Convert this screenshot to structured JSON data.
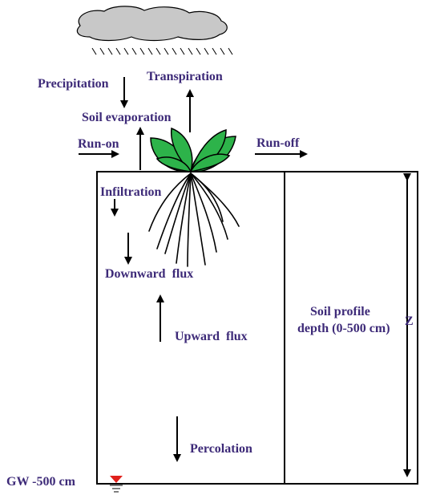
{
  "labels": {
    "precipitation": "Precipitation",
    "transpiration": "Transpiration",
    "soil_evaporation": "Soil evaporation",
    "run_on": "Run-on",
    "run_off": "Run-off",
    "infiltration": "Infiltration",
    "downward_flux": "Downward  flux",
    "upward_flux": "Upward  flux",
    "percolation": "Percolation",
    "soil_profile_line1": "Soil profile",
    "soil_profile_line2": "depth (0-500 cm)",
    "z_axis": "Z",
    "groundwater": "GW -500 cm"
  },
  "colors": {
    "label_text": "#3d2a78",
    "cloud_fill": "#c8c8c8",
    "leaf_fill": "#2db34a",
    "water_table_marker": "#e0201b"
  }
}
